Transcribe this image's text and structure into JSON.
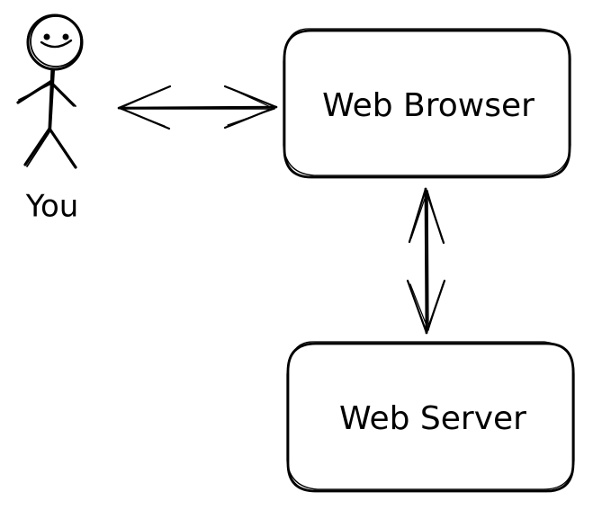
{
  "diagram": {
    "ink_color": "#000000",
    "background_color": "#ffffff",
    "actor": {
      "label": "You",
      "icon": "stick-figure-icon"
    },
    "nodes": {
      "browser": {
        "label": "Web Browser"
      },
      "server": {
        "label": "Web Server"
      }
    },
    "connections": [
      {
        "from": "You",
        "to": "Web Browser",
        "direction": "bidirectional"
      },
      {
        "from": "Web Browser",
        "to": "Web Server",
        "direction": "bidirectional"
      }
    ]
  }
}
